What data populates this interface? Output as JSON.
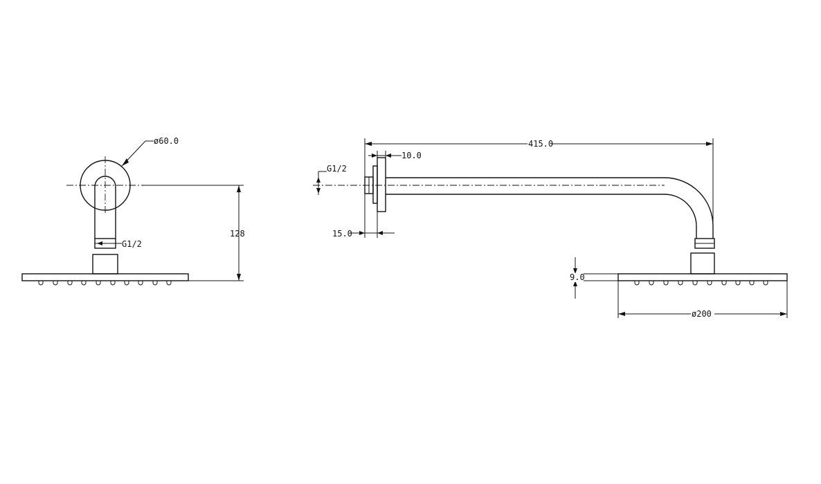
{
  "labels": {
    "side_diameter": "ø60.0",
    "side_thread": "G1/2",
    "side_height": "128",
    "front_length": "415.0",
    "front_flange": "10.0",
    "front_thread": "G1/2",
    "front_depth": "15.0",
    "front_thickness": "9.0",
    "front_head_diameter": "ø200"
  }
}
